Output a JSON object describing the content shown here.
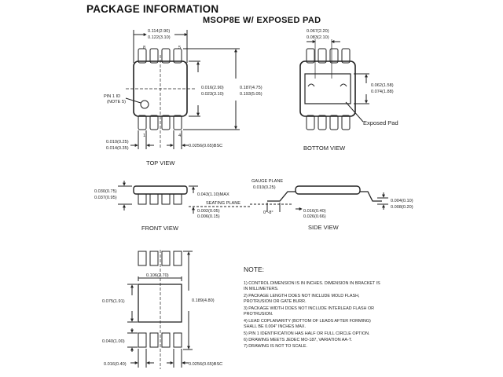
{
  "page": {
    "title": "PACKAGE INFORMATION",
    "subtitle": "MSOP8E W/ EXPOSED PAD"
  },
  "top_view": {
    "label": "TOP VIEW",
    "dim_width_max": "0.114(2.90)",
    "dim_width_min": "0.122(3.10)",
    "pin8": "8",
    "pin5": "5",
    "pin1_l1": "PIN 1 ID",
    "pin1_l2": "(NOTE 5)",
    "dim_body_1": "0.016(2.90)",
    "dim_body_2": "0.023(3.10)",
    "dim_total_1": "0.187(4.75)",
    "dim_total_2": "0.193(5.05)",
    "pin1": "1",
    "pin4": "4",
    "lead_w1": "0.010(0.25)",
    "lead_w2": "0.014(0.35)",
    "pitch": "0.0256(0.65)BSC"
  },
  "bottom_view": {
    "label": "BOTTOM VIEW",
    "dim_top_1": "0.067(2.20)",
    "dim_top_2": "0.083(2.10)",
    "dim_right_1": "0.062(1.58)",
    "dim_right_2": "0.074(1.88)",
    "exposed": "Exposed Pad"
  },
  "front_view": {
    "label": "FRONT VIEW",
    "dim_h1": "0.030(0.75)",
    "dim_h2": "0.037(0.95)",
    "dim_max": "0.043(1.10)MAX",
    "seating": "SEATING PLANE",
    "dim_s1": "0.002(0.05)",
    "dim_s2": "0.006(0.15)"
  },
  "side_view": {
    "label": "SIDE VIEW",
    "gauge": "GAUGE PLANE",
    "gauge_dim": "0.010(0.25)",
    "angle": "0°-8°",
    "dim_b1": "0.016(0.40)",
    "dim_b2": "0.026(0.66)",
    "dim_r1": "0.004(0.10)",
    "dim_r2": "0.008(0.20)"
  },
  "footprint": {
    "dim_top": "0.106(2.70)",
    "dim_left": "0.075(1.91)",
    "dim_right": "0.189(4.80)",
    "dim_pad": "0.040(1.00)",
    "dim_w": "0.016(0.40)",
    "pitch": "0.0256(0.65)BSC"
  },
  "notes": {
    "title": "NOTE:",
    "items": [
      "1) CONTROL DIMENSION IS IN INCHES. DIMENSION IN BRACKET IS",
      "   IN MILLIMETERS.",
      "2) PACKAGE LENGTH DOES NOT INCLUDE MOLD FLASH,",
      "   PROTRUSION OR GATE BURR.",
      "3) PACKAGE WIDTH DOES NOT INCLUDE INTERLEAD FLASH OR",
      "   PROTRUSION.",
      "4) LEAD COPLANARITY (BOTTOM OF LEADS AFTER FORMING)",
      "   SHALL BE 0.004\" INCHES MAX.",
      "5) PIN 1 IDENTIFICATION HAS HALF OR FULL CIRCLE OPTION.",
      "6) DRAWING MEETS JEDEC MO-187, VARIATION AA-T.",
      "7) DRAWING IS NOT TO SCALE."
    ]
  }
}
